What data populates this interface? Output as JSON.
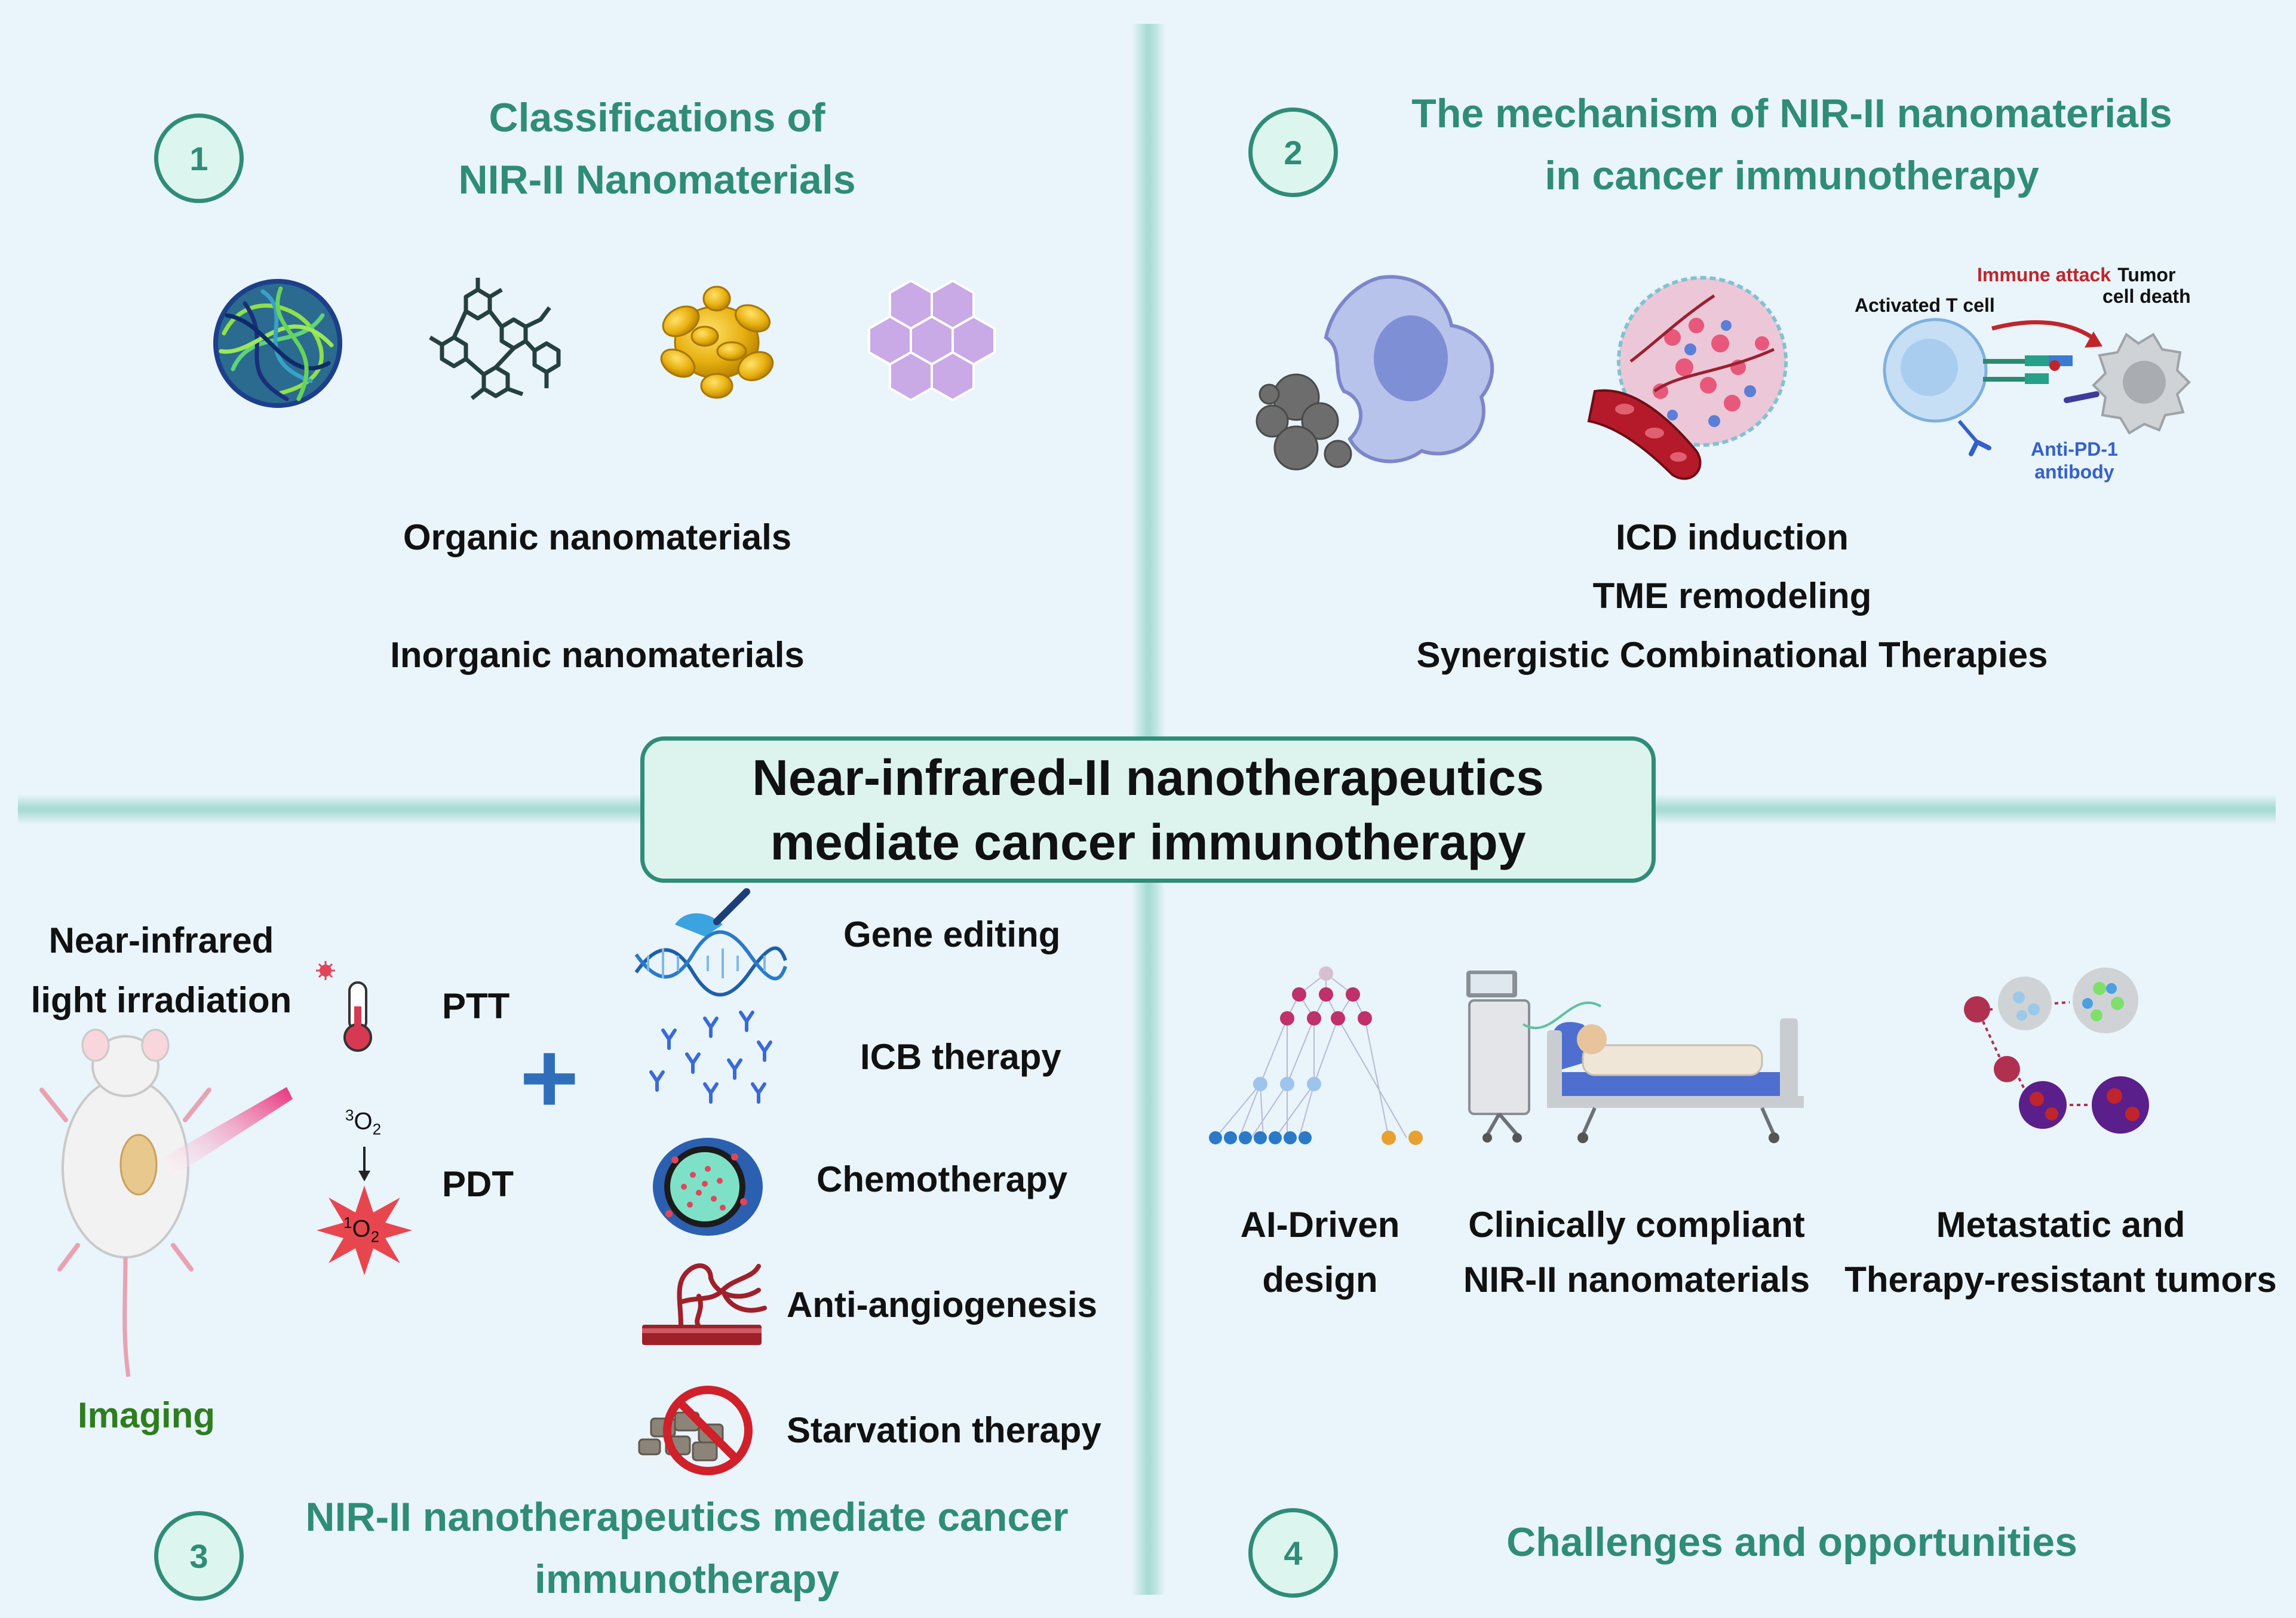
{
  "center": {
    "line1": "Near-infrared-II nanotherapeutics",
    "line2": "mediate cancer immunotherapy"
  },
  "q1": {
    "number": "1",
    "title_line1": "Classifications of",
    "title_line2": "NIR-II Nanomaterials",
    "items": [
      "Organic  nanomaterials",
      "Inorganic  nanomaterials"
    ]
  },
  "q2": {
    "number": "2",
    "title_line1": "The mechanism of NIR-II nanomaterials",
    "title_line2": "in  cancer immunotherapy",
    "diagram": {
      "activated_t_cell": "Activated T cell",
      "immune_attack": "Immune attack",
      "tumor_line1": "Tumor",
      "tumor_line2": "cell death",
      "antibody_line1": "Anti-PD-1",
      "antibody_line2": "antibody"
    },
    "items": [
      "ICD induction",
      "TME remodeling",
      "Synergistic Combinational Therapies"
    ]
  },
  "q3": {
    "number": "3",
    "title_line1": "NIR-II nanotherapeutics mediate cancer",
    "title_line2": "immunotherapy",
    "irradiation_line1": "Near-infrared",
    "irradiation_line2": "light irradiation",
    "imaging": "Imaging",
    "ptt": "PTT",
    "pdt": "PDT",
    "o2_triplet_sup": "3",
    "o2_singlet_sup": "1",
    "o2_text": "O",
    "o2_sub": "2",
    "plus": "+",
    "therapies": [
      "Gene editing",
      "ICB therapy",
      "Chemotherapy",
      "Anti-angiogenesis",
      "Starvation  therapy"
    ]
  },
  "q4": {
    "number": "4",
    "title": "Challenges and opportunities",
    "items": [
      {
        "line1": "AI-Driven",
        "line2": "design"
      },
      {
        "line1": "Clinically compliant",
        "line2": "NIR-II nanomaterials"
      },
      {
        "line1": "Metastatic and",
        "line2": "Therapy-resistant  tumors"
      }
    ]
  },
  "colors": {
    "teal": "#2f8c77",
    "background": "#e9f4fb",
    "divider": "#a8dcd5",
    "center_box": "#ddf4ee",
    "immune_attack": "#c0252b",
    "antibody": "#3560c9",
    "imaging": "#2e7d1f",
    "plus": "#2f6fba"
  }
}
